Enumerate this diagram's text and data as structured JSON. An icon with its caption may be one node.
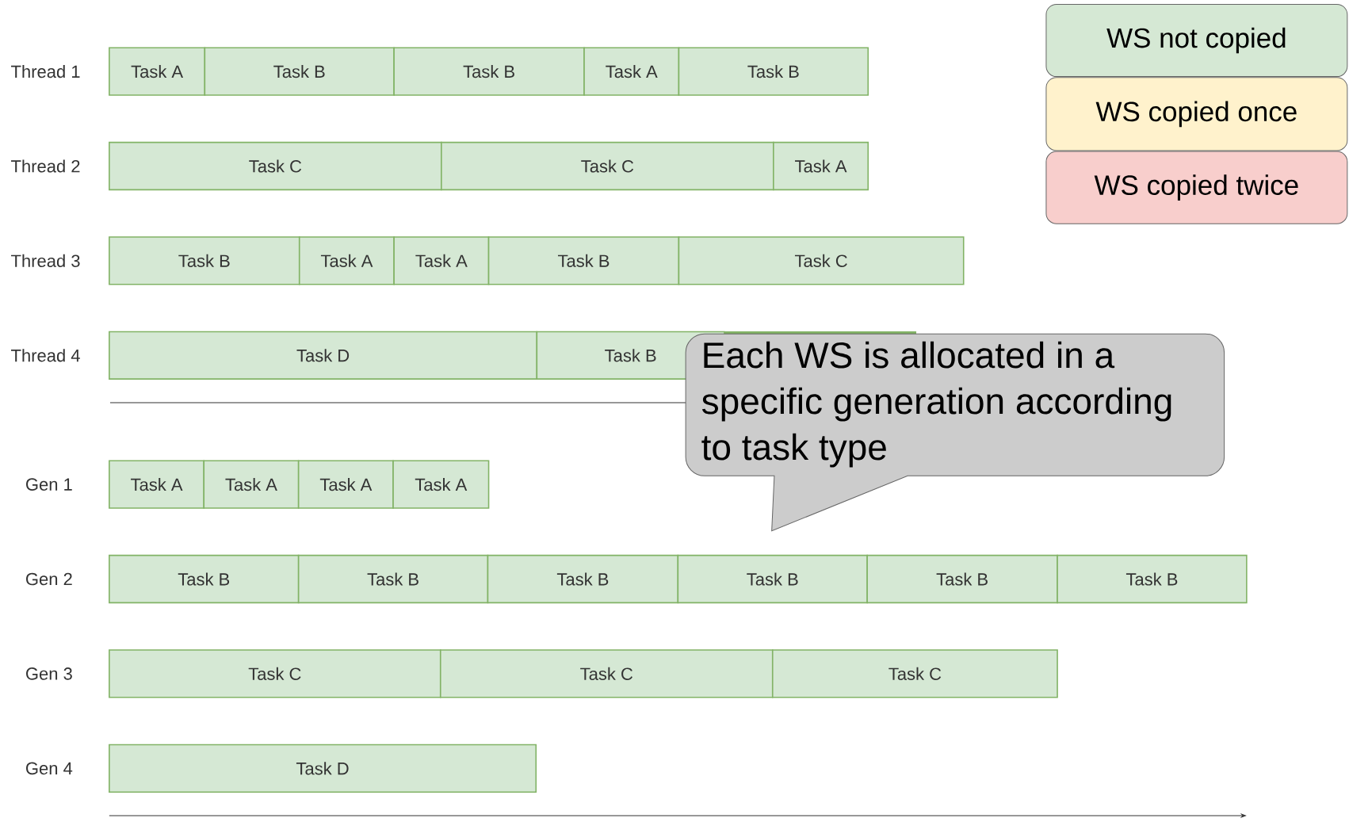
{
  "diagram": {
    "nodes": [
      {
        "text": [
          "Task A"
        ]
      },
      {
        "text": [
          "Task B"
        ]
      },
      {
        "text": [
          "Task B"
        ]
      },
      {
        "text": [
          "Task A"
        ]
      },
      {
        "text": [
          "Task B"
        ]
      },
      {
        "text": [
          "Task C"
        ]
      },
      {
        "text": [
          "Task C"
        ]
      },
      {
        "text": [
          "Task A"
        ]
      },
      {
        "text": [
          "Task B"
        ]
      },
      {
        "text": [
          "Task A"
        ]
      },
      {
        "text": [
          "Task A"
        ]
      },
      {
        "text": [
          "Task B"
        ]
      },
      {
        "text": [
          "Task C"
        ]
      },
      {
        "text": [
          "Task D"
        ]
      },
      {
        "text": [
          "Task B"
        ]
      },
      {
        "text": [
          "Task A"
        ]
      },
      {
        "text": [
          "Task A"
        ]
      },
      {
        "text": [
          "Task A"
        ]
      },
      {
        "text": [
          "Task A"
        ]
      },
      {
        "text": [
          "Task B"
        ]
      },
      {
        "text": [
          "Task B"
        ]
      },
      {
        "text": [
          "Task B"
        ]
      },
      {
        "text": [
          "Task B"
        ]
      },
      {
        "text": [
          "Task B"
        ]
      },
      {
        "text": [
          "Task B"
        ]
      },
      {
        "text": [
          "Task C"
        ]
      },
      {
        "text": [
          "Task C"
        ]
      },
      {
        "text": [
          "Task C"
        ]
      },
      {
        "text": [
          "Task D"
        ]
      },
      {
        "text": [
          "Each WS is allocated in a specific generation according to task type"
        ]
      }
    ],
    "edges": [],
    "labels": [
      "Thread 1",
      "Thread 2",
      "Thread 3",
      "Thread 4",
      "Gen 1",
      "Gen 2",
      "Gen 3",
      "Gen 4"
    ],
    "legend": [
      {
        "text": "WS not copied",
        "color": "#d5e8d4"
      },
      {
        "text": "WS copied once",
        "color": "#fff2cc"
      },
      {
        "text": "WS copied twice",
        "color": "#f8cecc"
      }
    ]
  }
}
